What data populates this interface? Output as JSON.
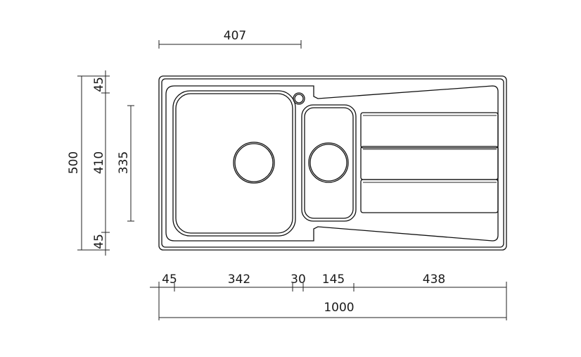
{
  "dimensions": {
    "top_width": "407",
    "overall_height": "500",
    "inner_height": "410",
    "top_margin": "45",
    "bottom_margin": "45",
    "bowl_height": "335",
    "seg_left_margin": "45",
    "seg_main_bowl": "342",
    "seg_divider": "30",
    "seg_small_bowl": "145",
    "seg_drainer": "438",
    "overall_width": "1000"
  },
  "colors": {
    "stroke": "#111111",
    "background": "#ffffff"
  }
}
